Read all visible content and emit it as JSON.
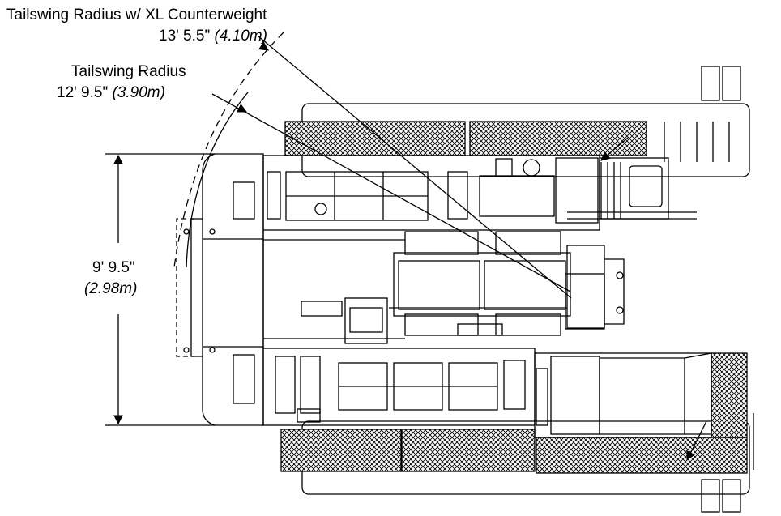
{
  "labels": {
    "xl_radius_title": "Tailswing Radius w/ XL Counterweight",
    "xl_radius_imperial": "13' 5.5\"",
    "xl_radius_metric": "(4.10m)",
    "radius_title": "Tailswing Radius",
    "radius_imperial": "12' 9.5\"",
    "radius_metric": "(3.90m)",
    "width_imperial": "9' 9.5\"",
    "width_metric": "(2.98m)"
  },
  "colors": {
    "ink": "#000000",
    "paper": "#ffffff"
  }
}
